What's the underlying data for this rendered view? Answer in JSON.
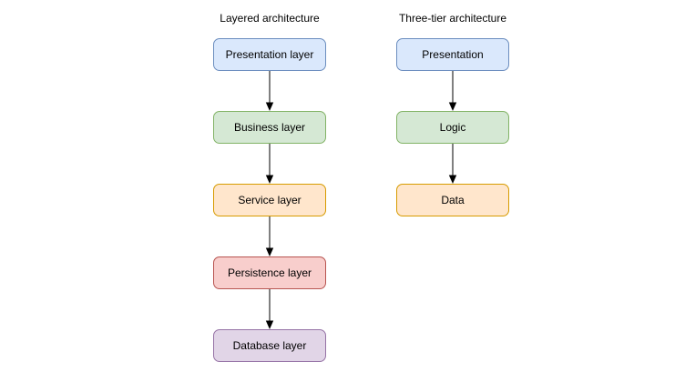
{
  "diagrams": [
    {
      "title": "Layered architecture",
      "nodes": [
        {
          "label": "Presentation layer",
          "fill": "#dae8fc",
          "stroke": "#6c8ebf"
        },
        {
          "label": "Business layer",
          "fill": "#d5e8d4",
          "stroke": "#82b366"
        },
        {
          "label": "Service layer",
          "fill": "#ffe6cc",
          "stroke": "#d79b00"
        },
        {
          "label": "Persistence layer",
          "fill": "#f8cecc",
          "stroke": "#b85450"
        },
        {
          "label": "Database layer",
          "fill": "#e1d5e7",
          "stroke": "#9673a6"
        }
      ]
    },
    {
      "title": "Three-tier architecture",
      "nodes": [
        {
          "label": "Presentation",
          "fill": "#dae8fc",
          "stroke": "#6c8ebf"
        },
        {
          "label": "Logic",
          "fill": "#d5e8d4",
          "stroke": "#82b366"
        },
        {
          "label": "Data",
          "fill": "#ffe6cc",
          "stroke": "#d79b00"
        }
      ]
    }
  ],
  "arrow_color": "#000000"
}
